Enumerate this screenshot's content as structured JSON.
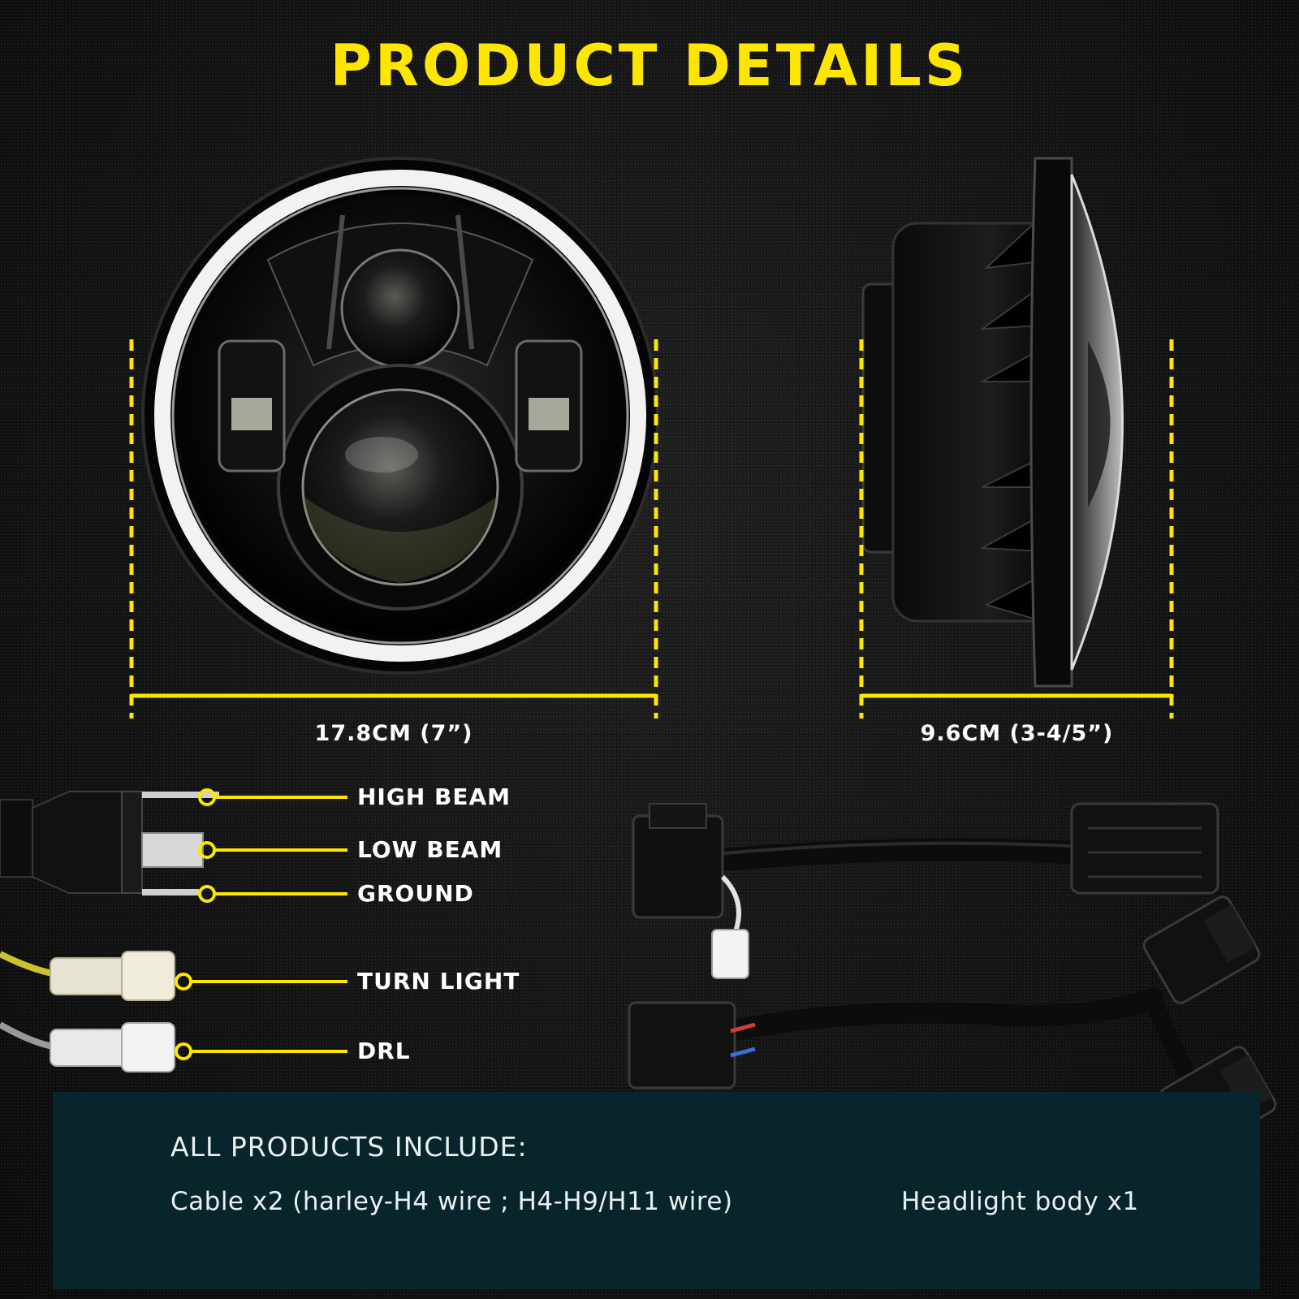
{
  "title": "PRODUCT DETAILS",
  "dimensions": {
    "diameter": "17.8CM (7”)",
    "depth": "9.6CM (3-4/5”)"
  },
  "wiring": {
    "high_beam": "HIGH BEAM",
    "low_beam": "LOW BEAM",
    "ground": "GROUND",
    "turn_light": "TURN LIGHT",
    "drl": "DRL"
  },
  "includes": {
    "heading": "ALL PRODUCTS INCLUDE:",
    "cable": "Cable x2 (harley-H4 wire ; H4-H9/H11 wire)",
    "body": "Headlight body x1"
  },
  "colors": {
    "accent": "#ffe600",
    "panel": "#07252a",
    "background": "#151515"
  }
}
